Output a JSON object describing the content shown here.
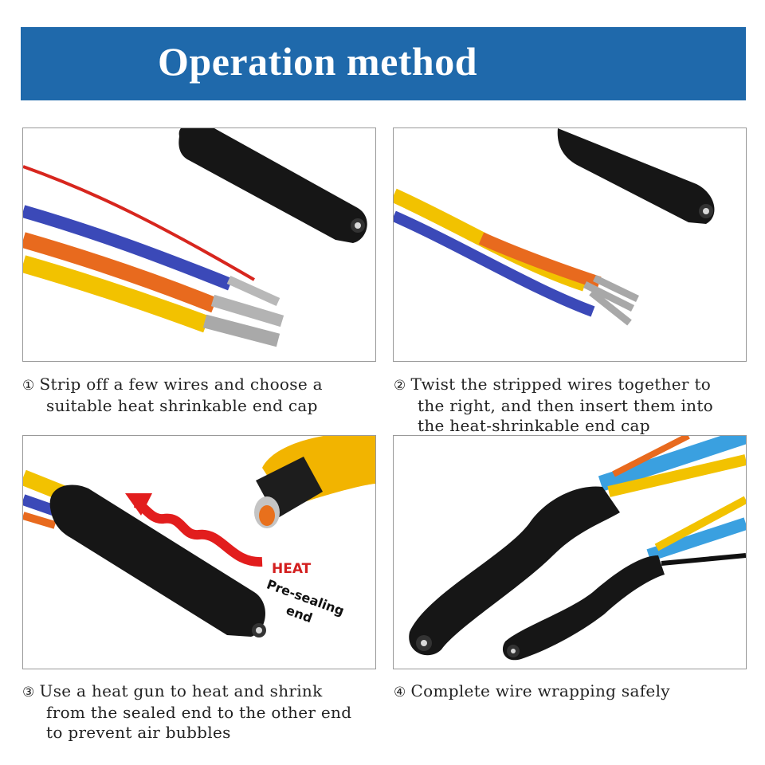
{
  "header": {
    "title": "Operation method"
  },
  "steps": [
    {
      "num": "①",
      "lines": [
        "Strip off a few wires and choose a",
        "suitable heat shrinkable end cap"
      ]
    },
    {
      "num": "②",
      "lines": [
        "Twist the stripped wires together to",
        "the right, and then insert them into",
        "the heat-shrinkable end cap"
      ]
    },
    {
      "num": "③",
      "lines": [
        "Use a heat gun to heat and shrink",
        "from the sealed end to the other end",
        "to prevent air bubbles"
      ]
    },
    {
      "num": "④",
      "lines": [
        "Complete wire wrapping safely"
      ]
    }
  ],
  "annotations": {
    "heat_label": "HEAT",
    "pre_sealing_label": "Pre-sealing",
    "end_label": "end"
  },
  "colors": {
    "banner": "#1f69ab",
    "wire_red": "#d7261e",
    "wire_blue": "#3b49b8",
    "wire_orange": "#e86a1e",
    "wire_yellow": "#f2c200",
    "cap_black": "#161616",
    "heat_arrow": "#e21d1d"
  }
}
